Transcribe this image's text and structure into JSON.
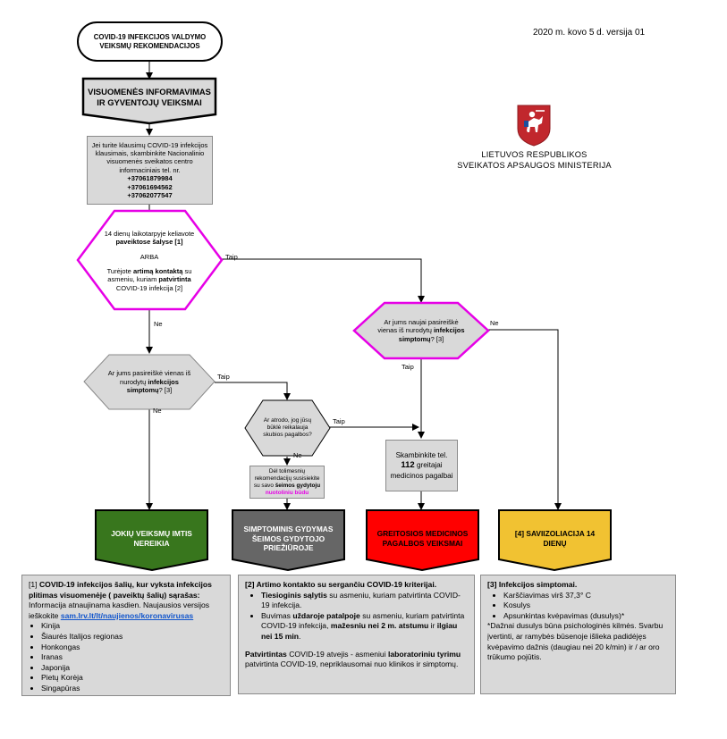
{
  "header": {
    "version": "2020 m. kovo 5 d. versija 01",
    "start_title": "COVID-19 INFEKCIJOS VALDYMO VEIKSMŲ REKOMENDACIJOS"
  },
  "ministry": {
    "line1": "LIETUVOS RESPUBLIKOS",
    "line2": "SVEIKATOS APSAUGOS MINISTERIJA"
  },
  "public_info": {
    "title": "VISUOMENĖS INFORMAVIMAS IR GYVENTOJŲ VEIKSMAI"
  },
  "info_box": {
    "text": "Jei turite klausimų COVID-19 infekcijos klausimais, skambinkite Nacionalinio visuomenės sveikatos centro informaciniais tel. nr.",
    "phones": [
      "+37061879984",
      "+37061694562",
      "+37062077547"
    ]
  },
  "decision_travel": {
    "line1": "14 dienų laikotarpyje keliavote",
    "bold1": "paveiktose šalyse [1]",
    "or": "ARBA",
    "line2a": "Turėjote",
    "bold2": "artimą kontaktą",
    "line2b": "su asmeniu, kuriam",
    "bold3": "patvirtinta",
    "line2c": "COVID-19 infekcija [2]"
  },
  "decision_symptoms_right": {
    "text": "Ar jums naujai pasireiškė vienas iš nurodytų",
    "bold": "infekcijos simptomų",
    "suffix": "? [3]"
  },
  "decision_symptoms_left": {
    "text": "Ar jums pasireiškė vienas iš nurodytų",
    "bold": "infekcijos simptomų",
    "suffix": "? [3]"
  },
  "decision_urgent": {
    "text": "Ar atrodo, jog jūsų būklė reikalauja skubios pagalbos?"
  },
  "doctor_box": {
    "text": "Dėl tolimesnių rekomendacijų susisiekite su savo",
    "bold": "šeimos gydytoju",
    "magenta": "nuotoliniu būdu"
  },
  "call_box": {
    "line1": "Skambinkite tel.",
    "number": "112",
    "line2": "greitajai medicinos pagalbai"
  },
  "labels": {
    "yes": "Taip",
    "no": "Ne"
  },
  "outcomes": [
    {
      "text": "JOKIŲ VEIKSMŲ IMTIS NEREIKIA",
      "color": "#38761d"
    },
    {
      "text": "SIMPTOMINIS GYDYMAS ŠEIMOS GYDYTOJO PRIEŽIŪROJE",
      "color": "#666666"
    },
    {
      "text": "GREITOSIOS MEDICINOS PAGALBOS VEIKSMAI",
      "color": "#ff0000"
    },
    {
      "text": "[4] SAVIIZOLIACIJA 14 DIENŲ",
      "color": "#f1c232"
    }
  ],
  "footnote1": {
    "marker": "[1]",
    "title": "COVID-19 infekcijos šalių, kur vyksta infekcijos plitimas visuomenėje ( paveiktų šalių) sąrašas:",
    "text": "Informacija atnaujinama kasdien. Naujausios versijos ieškokite",
    "link": "sam.lrv.lt/lt/naujienos/koronavirusas",
    "items": [
      "Kinija",
      "Šiaurės Italijos regionas",
      "Honkongas",
      "Iranas",
      "Japonija",
      "Pietų Korėja",
      "Singapūras"
    ]
  },
  "footnote2": {
    "title": "[2] Artimo kontakto su sergančiu COVID-19 kriterijai.",
    "item1_bold": "Tiesioginis sąlytis",
    "item1": "su asmeniu, kuriam patvirtinta COVID-19 infekcija.",
    "item2_a": "Buvimas",
    "item2_bold1": "uždaroje patalpoje",
    "item2_b": "su asmeniu, kuriam patvirtinta COVID-19 infekcija,",
    "item2_bold2": "mažesniu nei 2 m. atstumu",
    "item2_c": "ir",
    "item2_bold3": "ilgiau nei 15 min",
    "item2_d": ".",
    "para_bold1": "Patvirtintas",
    "para_a": "COVID-19 atvejis - asmeniui",
    "para_bold2": "laboratoriniu tyrimu",
    "para_b": "patvirtinta COVID-19, nepriklausomai nuo klinikos ir simptomų."
  },
  "footnote3": {
    "title": "[3] Infekcijos simptomai.",
    "items": [
      "Karščiavimas virš 37,3° C",
      "Kosulys",
      "Apsunkintas kvėpavimas (dusulys)*"
    ],
    "note": "*Dažnai dusulys būna psichologinės kilmės. Svarbu įvertinti, ar ramybės būsenoje išlieka padidėjęs kvėpavimo dažnis (daugiau nei 20 k/min) ir / ar oro trūkumo pojūtis."
  }
}
